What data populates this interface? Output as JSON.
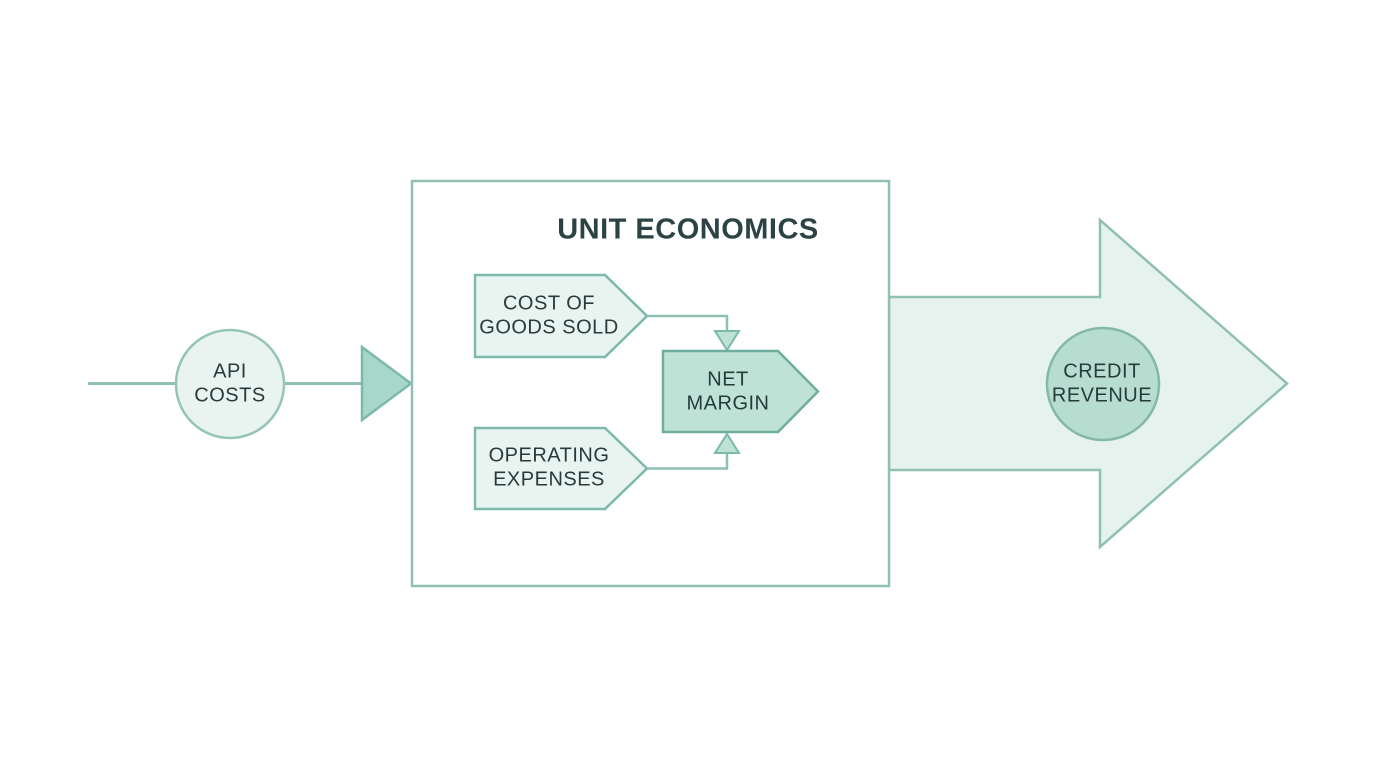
{
  "diagram": {
    "title": "UNIT ECONOMICS",
    "nodes": {
      "api_costs": {
        "label": "API\nCOSTS",
        "shape": "circle"
      },
      "cost_of_goods_sold": {
        "label": "COST OF\nGOODS SOLD",
        "shape": "pentagon-right"
      },
      "operating_expenses": {
        "label": "OPERATING\nEXPENSES",
        "shape": "pentagon-right"
      },
      "net_margin": {
        "label": "NET\nMARGIN",
        "shape": "pentagon-right"
      },
      "credit_revenue": {
        "label": "CREDIT\nREVENUE",
        "shape": "circle"
      }
    },
    "flow": [
      "api_costs -> unit_economics_box",
      "cost_of_goods_sold -> net_margin",
      "operating_expenses -> net_margin",
      "unit_economics_box -> credit_revenue"
    ],
    "colors": {
      "line_stroke": "#8fc0b4",
      "pentagon_stroke": "#7cb9ab",
      "light_fill": "#e9f4f1",
      "medium_fill": "#bee2d5",
      "accent_fill": "#a7d7c9",
      "big_arrow_fill": "#e6f2ee",
      "credit_circle_fill": "#b7dcd0",
      "credit_circle_stroke": "#82b9aa",
      "text": "#273b3c",
      "title_text": "#2b4344",
      "background": "#ffffff",
      "box_fill": "#ffffff"
    }
  }
}
